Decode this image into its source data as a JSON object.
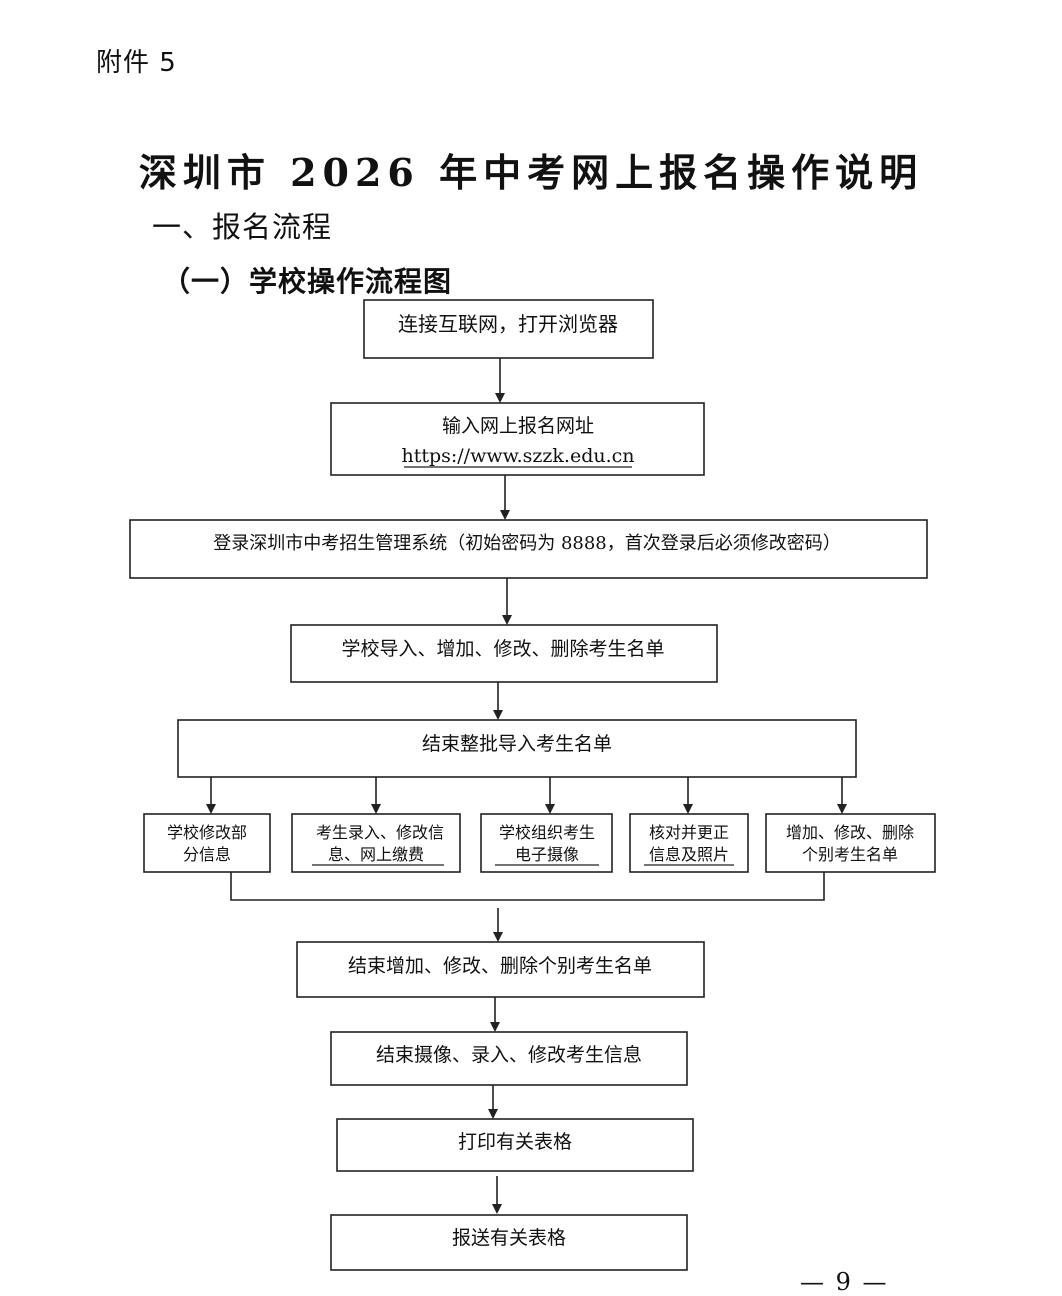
{
  "header": {
    "attachment": "附件 5"
  },
  "title": "深圳市 2026 年中考网上报名操作说明",
  "section": "一、报名流程",
  "subsection": "（一）学校操作流程图",
  "flow": {
    "connect": "连接互联网，打开浏览器",
    "input_url_line1": "输入网上报名网址",
    "input_url_line2": "https://www.szzk.edu.cn",
    "login": "登录深圳市中考招生管理系统（初始密码为 8888，首次登录后必须修改密码）",
    "import": "学校导入、增加、修改、删除考生名单",
    "end_batch": "结束整批导入考生名单",
    "branch1_line1": "学校修改部",
    "branch1_line2": "分信息",
    "branch2_line1": "考生录入、修改信",
    "branch2_line2": "息、网上缴费",
    "branch3_line1": "学校组织考生",
    "branch3_line2": "电子摄像",
    "branch4_line1": "核对并更正",
    "branch4_line2": "信息及照片",
    "branch5_line1": "增加、修改、删除",
    "branch5_line2": "个别考生名单",
    "end_individual": "结束增加、修改、删除个别考生名单",
    "end_photo": "结束摄像、录入、修改考生信息",
    "print": "打印有关表格",
    "submit": "报送有关表格"
  },
  "footer": {
    "page": "— 9 —"
  }
}
